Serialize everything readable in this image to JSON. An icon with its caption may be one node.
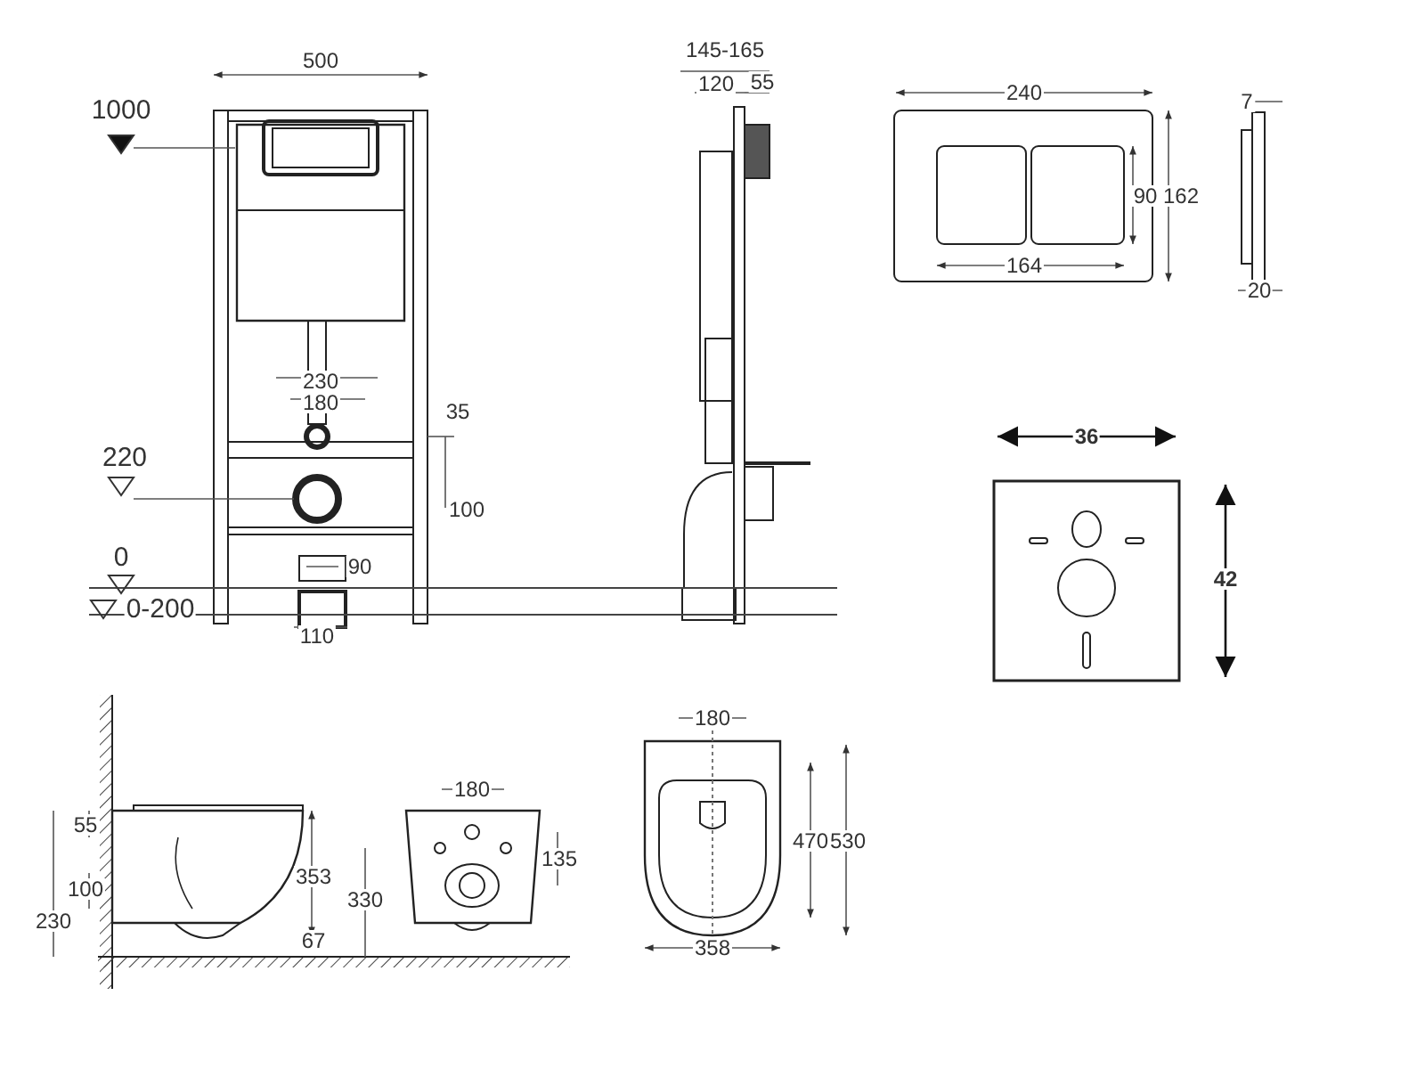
{
  "diagram": {
    "labels": [
      "500",
      "1000",
      "230",
      "180",
      "35",
      "220",
      "100",
      "0",
      "90",
      "0-200",
      "110",
      "145-165",
      "120",
      "55",
      "240",
      "90",
      "162",
      "164",
      "7",
      "20",
      "36",
      "42",
      "55",
      "353",
      "100",
      "230",
      "67",
      "180",
      "135",
      "330",
      "180",
      "470",
      "530",
      "358"
    ]
  }
}
